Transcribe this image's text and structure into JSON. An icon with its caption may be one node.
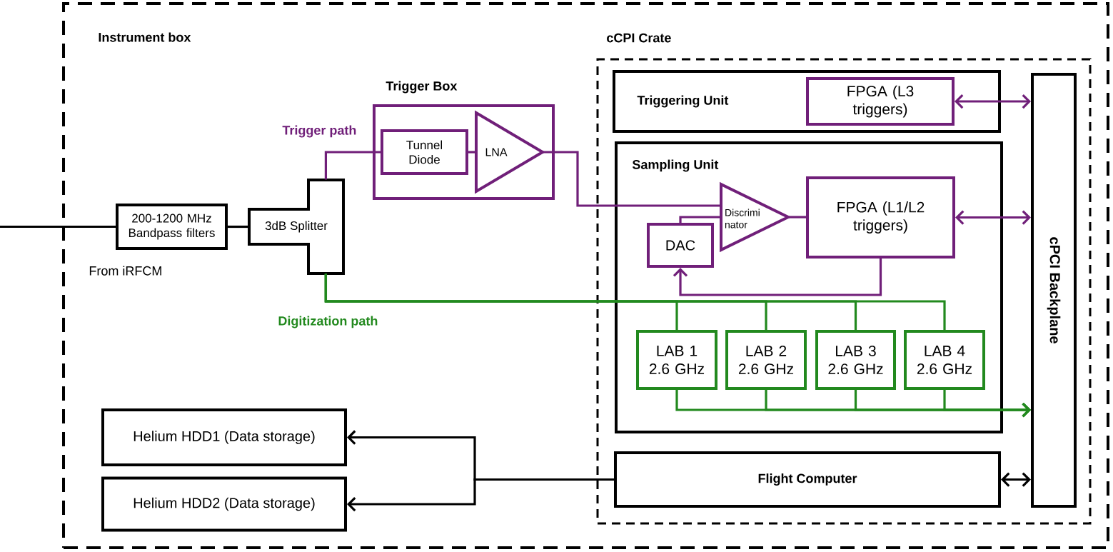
{
  "diagram": {
    "nodes": [
      {
        "text": [
          "Instrument box"
        ]
      },
      {
        "text": [
          "200-1200 MHz Bandpass filters"
        ],
        "in": 0
      },
      {
        "text": [
          "3dB Splitter"
        ],
        "in": 0
      },
      {
        "text": [
          "Trigger Box"
        ],
        "in": 0
      },
      {
        "text": [
          "Tunnel Diode"
        ],
        "in": 3
      },
      {
        "text": [
          "LNA"
        ],
        "in": 3
      },
      {
        "text": [
          "cCPI Crate"
        ],
        "in": 0
      },
      {
        "text": [
          "Triggering Unit"
        ],
        "in": 6
      },
      {
        "text": [
          "FPGA (L3 triggers)"
        ],
        "in": 7
      },
      {
        "text": [
          "Sampling Unit"
        ],
        "in": 6
      },
      {
        "text": [
          "Discrimi nator"
        ],
        "in": 9
      },
      {
        "text": [
          "DAC"
        ],
        "in": 9
      },
      {
        "text": [
          "FPGA (L1/L2 triggers)"
        ],
        "in": 9
      },
      {
        "text": [
          "LAB 1 2.6 GHz"
        ],
        "in": 9
      },
      {
        "text": [
          "LAB 2 2.6 GHz"
        ],
        "in": 9
      },
      {
        "text": [
          "LAB 3 2.6 GHz"
        ],
        "in": 9
      },
      {
        "text": [
          "LAB 4 2.6 GHz"
        ],
        "in": 9
      },
      {
        "text": [
          "cPCI Backplane"
        ],
        "in": 6
      },
      {
        "text": [
          "Flight Computer"
        ],
        "in": 6
      },
      {
        "text": [
          "Helium HDD1 (Data storage)"
        ],
        "in": 0
      },
      {
        "text": [
          "Helium HDD2 (Data storage)"
        ],
        "in": 0
      }
    ],
    "edges": [
      {
        "from": null,
        "to": 1,
        "arrow": "none",
        "label": "From iRFCM",
        "color": "#000000"
      },
      {
        "from": 1,
        "to": 2,
        "arrow": "none",
        "color": "#000000"
      },
      {
        "from": 2,
        "to": 4,
        "arrow": "none",
        "label": "Trigger path",
        "color": "#701f79"
      },
      {
        "from": 4,
        "to": 5,
        "arrow": "none",
        "color": "#701f79"
      },
      {
        "from": 5,
        "to": 10,
        "arrow": "none",
        "color": "#701f79"
      },
      {
        "from": 11,
        "to": 10,
        "arrow": "none",
        "color": "#701f79"
      },
      {
        "from": 10,
        "to": 12,
        "arrow": "none",
        "color": "#701f79"
      },
      {
        "from": 12,
        "to": 11,
        "arrow": "to",
        "color": "#701f79"
      },
      {
        "from": 8,
        "to": 17,
        "arrow": "both",
        "color": "#701f79"
      },
      {
        "from": 12,
        "to": 17,
        "arrow": "both",
        "color": "#701f79"
      },
      {
        "from": 2,
        "to": 13,
        "arrow": "none",
        "label": "Digitization path",
        "color": "#22891e"
      },
      {
        "from": 2,
        "to": 14,
        "arrow": "none",
        "color": "#22891e"
      },
      {
        "from": 2,
        "to": 15,
        "arrow": "none",
        "color": "#22891e"
      },
      {
        "from": 2,
        "to": 16,
        "arrow": "none",
        "color": "#22891e"
      },
      {
        "from": 13,
        "to": 17,
        "arrow": "to",
        "color": "#22891e"
      },
      {
        "from": 14,
        "to": 17,
        "arrow": "to",
        "color": "#22891e"
      },
      {
        "from": 15,
        "to": 17,
        "arrow": "to",
        "color": "#22891e"
      },
      {
        "from": 16,
        "to": 17,
        "arrow": "to",
        "color": "#22891e"
      },
      {
        "from": 18,
        "to": 17,
        "arrow": "both",
        "color": "#000000"
      },
      {
        "from": 18,
        "to": 19,
        "arrow": "to",
        "color": "#000000"
      },
      {
        "from": 18,
        "to": 20,
        "arrow": "to",
        "color": "#000000"
      }
    ]
  }
}
